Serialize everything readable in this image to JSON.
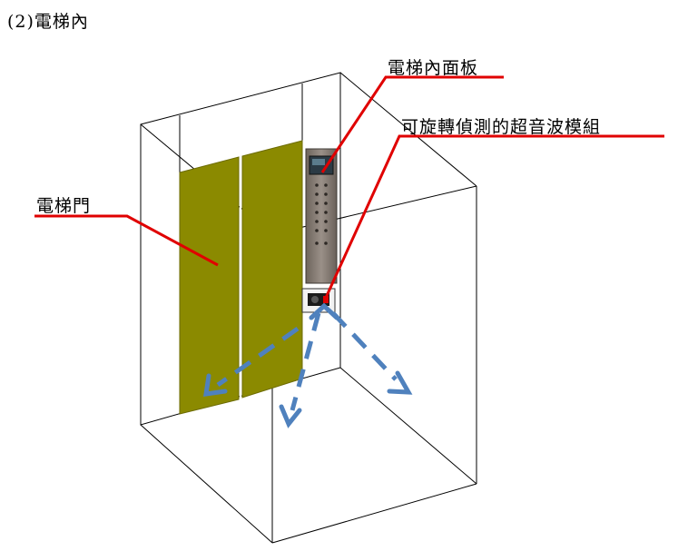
{
  "heading": "(2)電梯內",
  "labels": {
    "panel": "電梯內面板",
    "sensor": "可旋轉偵測的超音波模組",
    "door": "電梯門"
  },
  "colors": {
    "door": "#8b8a00",
    "door_edge": "#6b6a00",
    "callout": "#e00000",
    "arrow": "#4f81bd",
    "frame": "#000000"
  }
}
